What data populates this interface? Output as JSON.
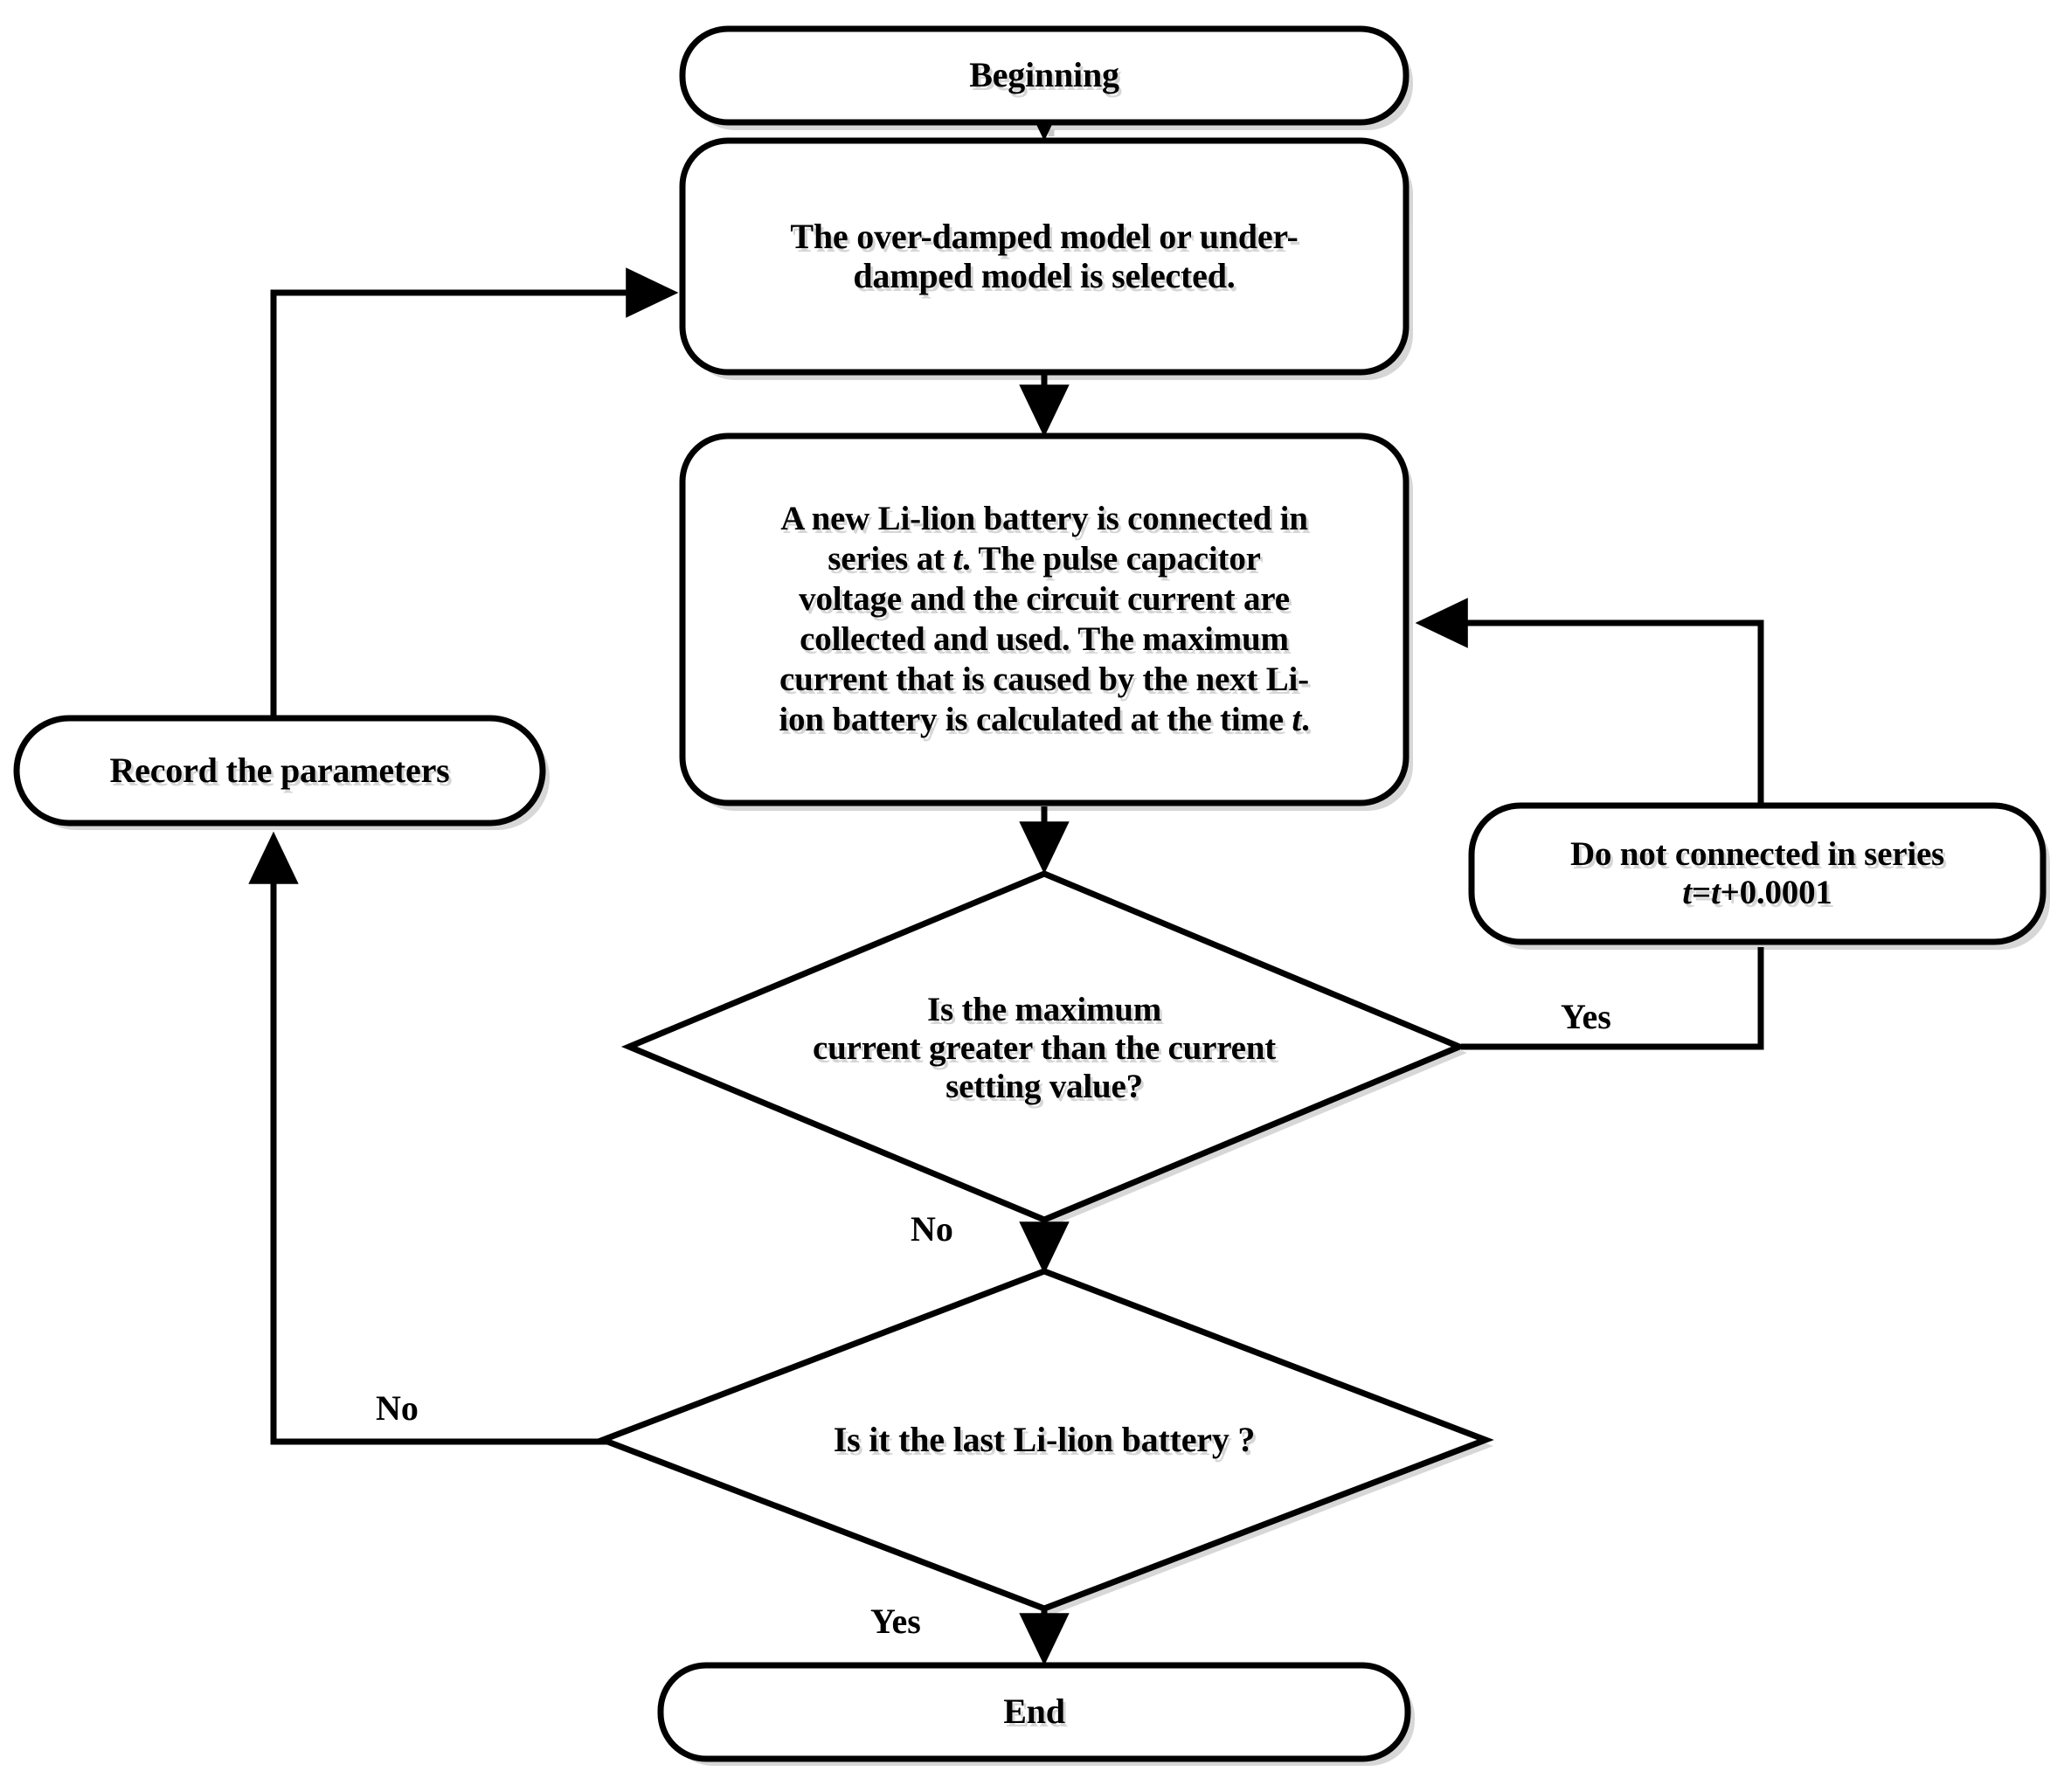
{
  "diagram": {
    "title": "Battery series-connection control flowchart",
    "type": "flowchart",
    "colors": {
      "stroke": "#000000",
      "fill": "#ffffff",
      "shadow": "#c9c9c9",
      "text": "#000000"
    }
  },
  "nodes": {
    "start": {
      "label": "Beginning",
      "shape": "rounded-rectangle"
    },
    "select_model": {
      "line1": "The over-damped model or under-",
      "line2": "damped model is selected.",
      "shape": "rounded-rectangle"
    },
    "compute": {
      "line1": "A new Li-lion battery is connected in",
      "line2a": "series at ",
      "line2i": "t",
      "line2b": ". The  pulse capacitor",
      "line3": "voltage and the circuit current are",
      "line4": "collected and used. The maximum",
      "line5": "current that is caused by the next Li-",
      "line6a": "ion battery is calculated at the time ",
      "line6i": "t",
      "line6b": ".",
      "shape": "rounded-rectangle"
    },
    "record": {
      "label": "Record the parameters",
      "shape": "rounded-rectangle"
    },
    "no_series": {
      "line1": "Do not connected in series",
      "line2i": "t",
      "line2b": "=",
      "line2i2": "t",
      "line2c": "+0.0001",
      "shape": "rounded-rectangle"
    },
    "decision_current": {
      "line1": "Is  the maximum",
      "line2": "current  greater than the current",
      "line3": "setting value?",
      "shape": "diamond"
    },
    "decision_last": {
      "label": "Is it the last Li-lion battery ?",
      "shape": "diamond"
    },
    "end": {
      "label": "End",
      "shape": "rounded-rectangle"
    }
  },
  "edge_labels": {
    "current_yes": "Yes",
    "current_no": "No",
    "last_no": "No",
    "last_yes": "Yes"
  }
}
